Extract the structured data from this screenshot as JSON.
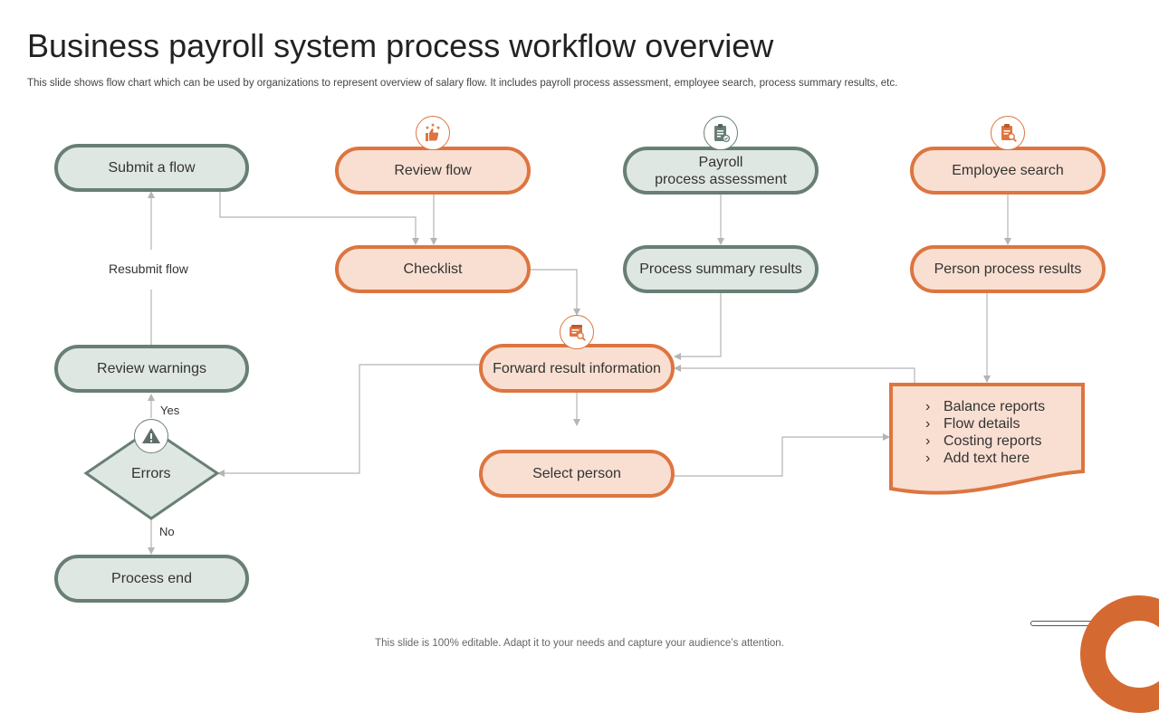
{
  "title": "Business payroll system process workflow overview",
  "subtitle": "This slide shows flow chart which can be used by organizations to represent overview of salary flow. It includes payroll process assessment, employee search, process summary results, etc.",
  "nodes": {
    "submit_flow": "Submit a flow",
    "review_flow": "Review flow",
    "payroll_line1": "Payroll",
    "payroll_line2": "process assessment",
    "employee_search": "Employee search",
    "checklist": "Checklist",
    "process_summary": "Process summary results",
    "person_process": "Person process results",
    "review_warnings": "Review warnings",
    "forward_result": "Forward result information",
    "errors": "Errors",
    "select_person": "Select person",
    "process_end": "Process end"
  },
  "labels": {
    "resubmit_flow": "Resubmit flow",
    "yes": "Yes",
    "no": "No"
  },
  "document_items": [
    "Balance reports",
    "Flow details",
    "Costing reports",
    "Add text here"
  ],
  "footer": "This slide is 100% editable. Adapt it to your needs and capture your audience’s attention.",
  "colors": {
    "orange_accent": "#dd7540",
    "orange_fill": "#f9dfd1",
    "green_accent": "#687f74",
    "green_fill": "#dfe7e3",
    "connector": "#b5b5b5"
  },
  "icons": {
    "review_flow": "thumbs-up-stars-icon",
    "payroll": "clipboard-check-icon",
    "employee_search": "document-search-icon",
    "forward_result": "file-search-icon",
    "errors": "warning-icon"
  }
}
